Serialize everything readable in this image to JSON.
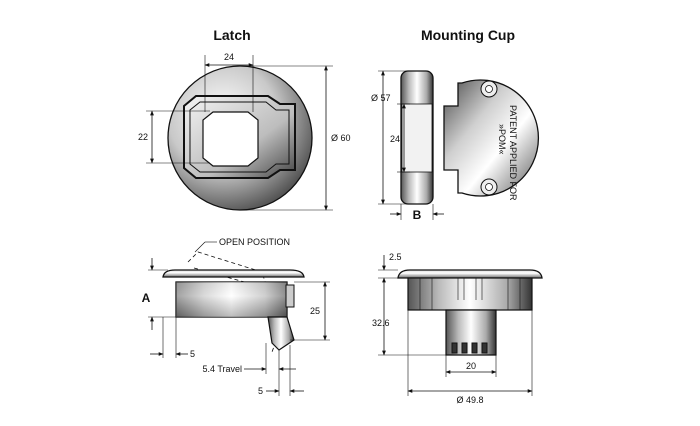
{
  "titles": {
    "latch": "Latch",
    "mounting_cup": "Mounting Cup"
  },
  "latch_top_dims": {
    "width": "24",
    "height": "22",
    "diameter": "Ø 60"
  },
  "cup_top_dims": {
    "diameter": "Ø 57",
    "height": "24",
    "b_label": "B",
    "embossed_text_line1": "PATENT APPLIED FOR",
    "embossed_text_line2": "»POM«"
  },
  "latch_side_dims": {
    "open_position": "OPEN POSITION",
    "a_label": "A",
    "left_offset": "5",
    "height": "25",
    "travel": "5.4  Travel",
    "tongue": "5"
  },
  "cup_side_dims": {
    "rim": "2.5",
    "depth": "32.6",
    "core_width": "20",
    "diameter": "Ø 49.8"
  },
  "colors": {
    "line": "#111111",
    "background": "#ffffff"
  }
}
